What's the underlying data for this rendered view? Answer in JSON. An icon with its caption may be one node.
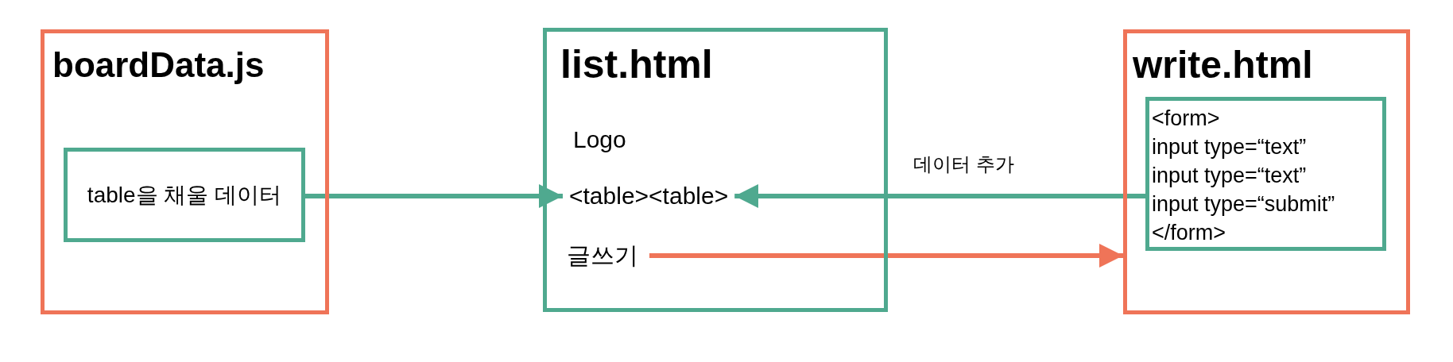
{
  "diagram": {
    "nodes": [
      {
        "text": [
          "boardData.js"
        ]
      },
      {
        "text": [
          "table을 채울 데이터"
        ],
        "in": 0
      },
      {
        "text": [
          "list.html"
        ]
      },
      {
        "text": [
          "Logo"
        ],
        "in": 2
      },
      {
        "text": [
          "<table><table>"
        ],
        "in": 2
      },
      {
        "text": [
          "글쓰기"
        ],
        "in": 2
      },
      {
        "text": [
          "write.html"
        ]
      },
      {
        "text": [
          "<form>",
          "input type=“text”",
          "input type=“text”",
          "input type=“submit”",
          "</form>"
        ],
        "in": 6
      }
    ],
    "edges": [
      {
        "from": 1,
        "to": 4,
        "arrow": "to"
      },
      {
        "from": 7,
        "to": 4,
        "arrow": "to",
        "label": "데이터 추가"
      },
      {
        "from": 5,
        "to": 6,
        "arrow": "to",
        "color": "#ef7458"
      }
    ]
  }
}
